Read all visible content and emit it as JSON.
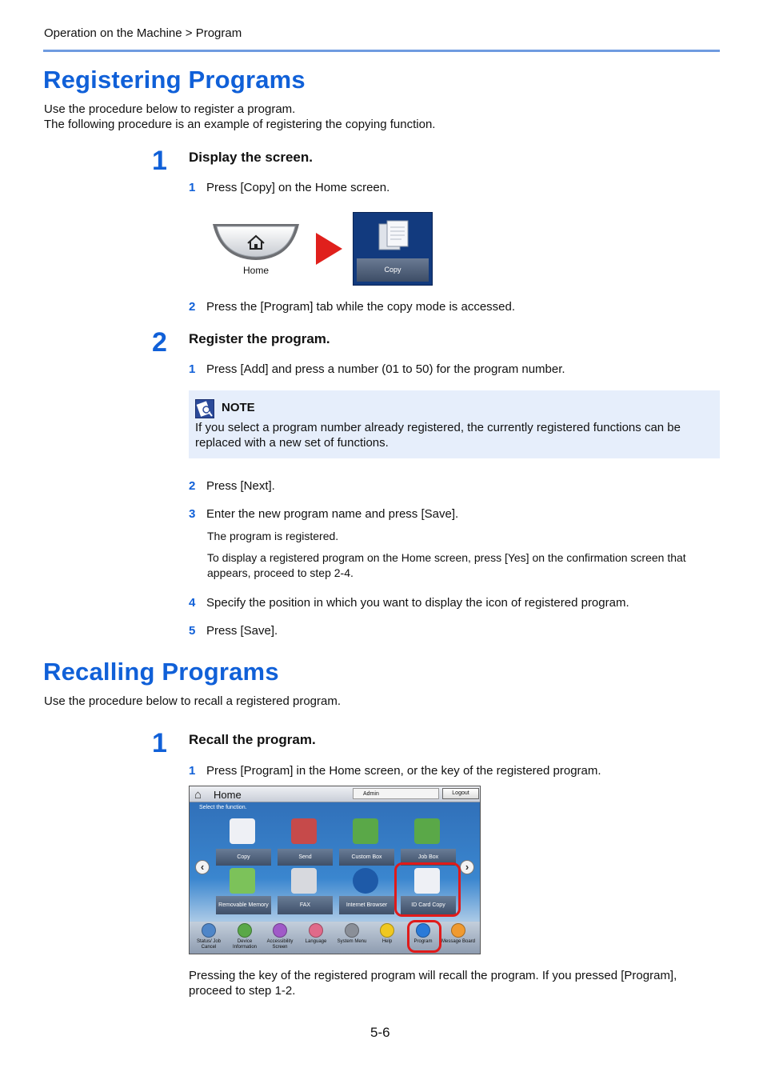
{
  "breadcrumb": "Operation on the Machine > Program",
  "section1": {
    "title": "Registering Programs",
    "intro1": "Use the procedure below to register a program.",
    "intro2": "The following procedure is an example of registering the copying function.",
    "step1": {
      "num": "1",
      "title": "Display the screen.",
      "sub1_num": "1",
      "sub1_text": "Press [Copy] on the Home screen.",
      "home_key_label": "Home",
      "copy_tile_label": "Copy",
      "sub2_num": "2",
      "sub2_text": "Press the [Program] tab while the copy mode is accessed."
    },
    "step2": {
      "num": "2",
      "title": "Register the program.",
      "sub1_num": "1",
      "sub1_text": "Press [Add] and press a number (01 to 50) for the program number.",
      "note_title": "NOTE",
      "note_text": "If you select a program number already registered, the currently registered functions can be replaced with a new set of functions.",
      "sub2_num": "2",
      "sub2_text": "Press [Next].",
      "sub3_num": "3",
      "sub3_text": "Enter the new program name and press [Save].",
      "sub3_detail1": "The program is registered.",
      "sub3_detail2": "To display a registered program on the Home screen, press [Yes] on the confirmation screen that appears, proceed to step 2-4.",
      "sub4_num": "4",
      "sub4_text": "Specify the position in which you want to display the icon of registered program.",
      "sub5_num": "5",
      "sub5_text": "Press [Save]."
    }
  },
  "section2": {
    "title": "Recalling Programs",
    "intro": "Use the procedure below to recall a registered program.",
    "step1": {
      "num": "1",
      "title": "Recall the program.",
      "sub1_num": "1",
      "sub1_text": "Press [Program] in the Home screen, or the key of the registered program.",
      "after": "Pressing the key of the registered program will recall the program. If you pressed [Program], proceed to step 1-2."
    }
  },
  "home_screen": {
    "title": "Home",
    "admin": "Admin",
    "logout": "Logout",
    "subtitle": "Select the function.",
    "tiles": [
      "Copy",
      "Send",
      "Custom Box",
      "Job Box",
      "Removable Memory",
      "FAX",
      "Internet Browser",
      "ID Card Copy"
    ],
    "dock": [
      "Status/ Job Cancel",
      "Device Information",
      "Accessibility Screen",
      "Language",
      "System Menu",
      "Help",
      "Program",
      "Message Board"
    ],
    "colors": {
      "highlight": "#e01a1a",
      "accent": "#1060d8"
    }
  },
  "page_number": "5-6"
}
